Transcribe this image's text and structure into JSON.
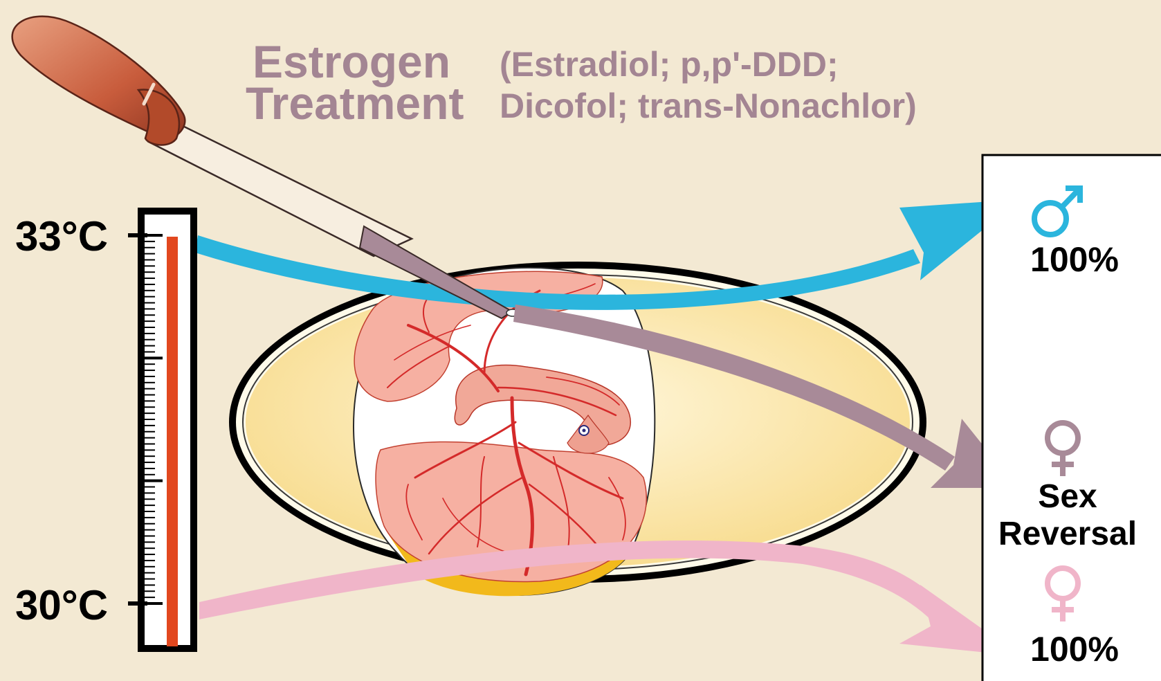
{
  "title": {
    "line1": "Estrogen",
    "line2": "Treatment",
    "compounds_line1": "(Estradiol; p,p'-DDD;",
    "compounds_line2": "Dicofol; trans-Nonachlor)"
  },
  "thermometer": {
    "high_label": "33°C",
    "low_label": "30°C"
  },
  "outcomes": {
    "male_symbol": "♂",
    "male_percent": "100%",
    "reversal_symbol": "♀",
    "reversal_line1": "Sex",
    "reversal_line2": "Reversal",
    "female_symbol": "♀",
    "female_percent": "100%"
  },
  "colors": {
    "background": "#f3e9d3",
    "title": "#a38593",
    "male_arrow": "#2bb5dd",
    "treatment_arrow": "#a88a98",
    "female_arrow": "#f0b5c9",
    "thermometer_fill": "#e2481f",
    "yolk": "#fbe6a5",
    "embryo": "#f4aaa0",
    "vessel": "#d42a2a"
  }
}
